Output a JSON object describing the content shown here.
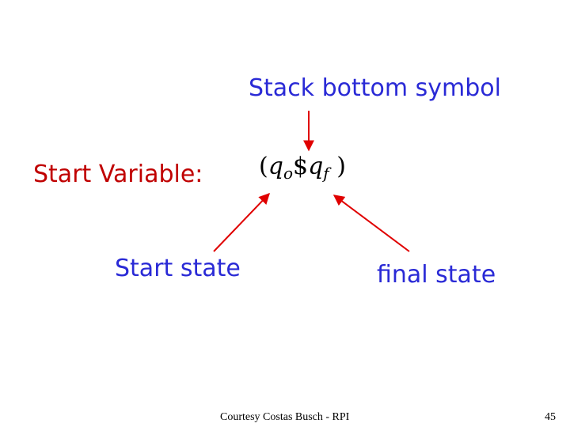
{
  "labels": {
    "stack_bottom_symbol": "Stack bottom symbol",
    "start_variable": "Start Variable:",
    "start_state": "Start state",
    "final_state": "final state"
  },
  "formula": {
    "open_paren": "(",
    "q": "q",
    "start_subscript": "o",
    "dollar": "$",
    "final_subscript": "f",
    "close_paren": ")"
  },
  "footer": {
    "credit": "Courtesy Costas Busch - RPI",
    "page_number": "45"
  },
  "colors": {
    "label_blue": "#2a2ad6",
    "accent_red": "#c00000",
    "arrow_red": "#e00000"
  }
}
